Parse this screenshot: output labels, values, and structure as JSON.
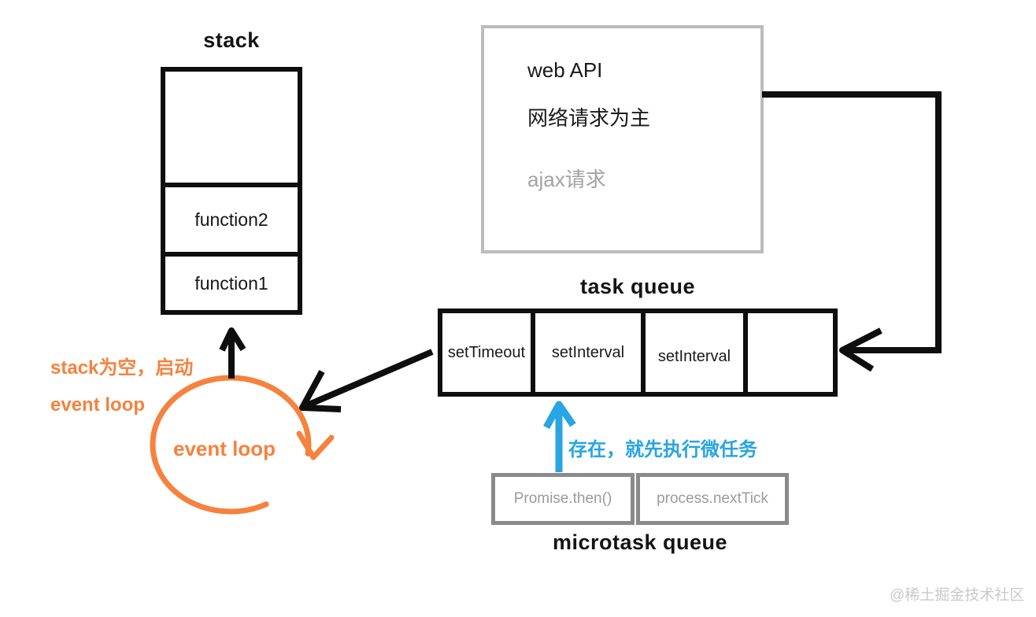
{
  "diagram": {
    "stack": {
      "title": "stack",
      "cells": [
        "",
        "function2",
        "function1"
      ]
    },
    "web_api": {
      "lines": [
        "web API",
        "网络请求为主",
        "ajax请求"
      ]
    },
    "task_queue": {
      "title": "task queue",
      "cells": [
        "setTimeout",
        "setInterval",
        "setInterval",
        ""
      ]
    },
    "microtask_queue": {
      "title": "microtask queue",
      "cells": [
        "Promise.then()",
        "process.nextTick"
      ]
    },
    "event_loop": {
      "circle_label": "event loop",
      "note_line1": "stack为空，启动",
      "note_line2": "event loop"
    },
    "annotations": {
      "microtask_note": "存在，就先执行微任务"
    },
    "watermark": "@稀土掘金技术社区",
    "colors": {
      "accent_orange": "#F5823E",
      "accent_blue": "#28A5E2",
      "line_black": "#0E0E0E",
      "gray_border_light": "#BCBCBC",
      "gray_border_dark": "#8A8A8A",
      "gray_text": "#9B9B9B",
      "watermark_gray": "#C9C9C9"
    }
  }
}
